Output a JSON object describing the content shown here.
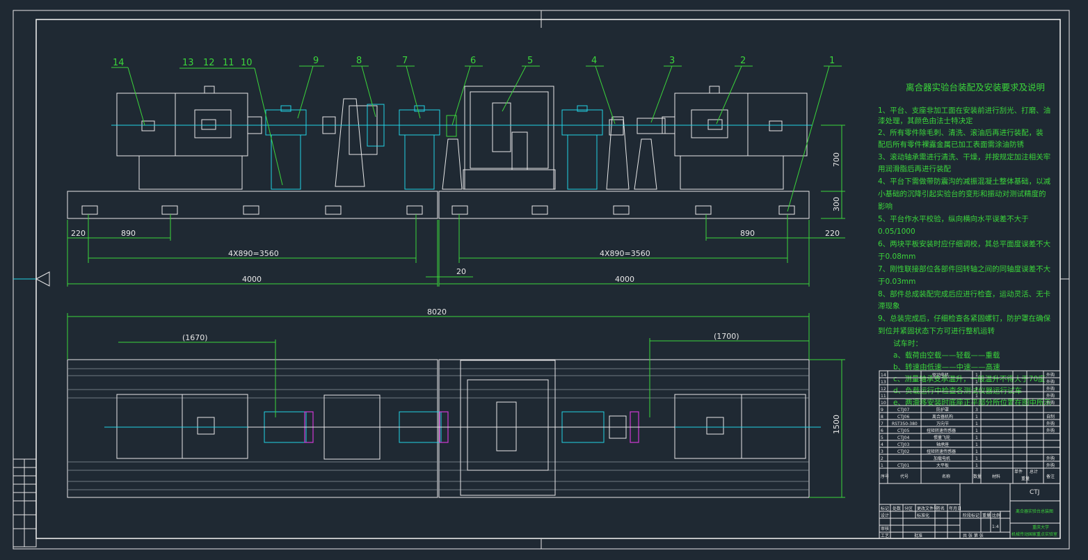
{
  "part_labels": [
    "14",
    "13",
    "12",
    "11",
    "10",
    "9",
    "8",
    "7",
    "6",
    "5",
    "4",
    "3",
    "2",
    "1"
  ],
  "dimensions": {
    "left_220": "220",
    "left_890": "890",
    "left_span": "4X890=3560",
    "left_total": "4000",
    "right_890": "890",
    "right_220": "220",
    "right_span": "4X890=3560",
    "right_total": "4000",
    "gap": "20",
    "height_700": "700",
    "height_300": "300",
    "overall": "8020",
    "plan_left": "(1670)",
    "plan_right": "(1700)",
    "plan_width": "1500"
  },
  "notes": {
    "title": "离合器实验台装配及安装要求及说明",
    "lines": [
      "1、平台、支座非加工面在安装前进行刮光、打磨、油",
      "漆处理，其颜色由法士特决定",
      "2、所有零件除毛刺、清洗、滚油后再进行装配，装",
      "配后所有零件裸露金属已加工表面需涂油防锈",
      "3、滚动轴承需进行清洗、干燥，并按规定加注相关牢",
      "用润滑脂后再进行装配",
      "4、平台下需做带防震沟的减振混凝土整体基础，以减",
      "小基础的沉降引起实验台的变形和振动对测试精度的",
      "影响",
      "5、平台作水平校验，纵向横向水平误差不大于",
      "0.05/1000",
      "6、两块平板安装时应仔细调校，其总平面度误差不大",
      "于0.08mm",
      "7、刚性联接部位各部件回转轴之间的同轴度误差不大",
      "于0.03mm",
      "8、部件总成装配完成后应进行检查，运动灵活、无卡",
      "滞现象",
      "9、总装完成后，仔细检查各紧固螺钉，防护罩在确保",
      "到位并紧固状态下方可进行整机运转",
      "试车时：",
      "a、载荷由空载——轻载——重载",
      "b、转速由低速——中速——高速",
      "c、测量轴承支承温升，一般温升不得大于70度",
      "d、负载运行中检查各测试仪器运行试车",
      "e、两滑移安装时底座正平部分所位置在图中所示"
    ]
  },
  "parts_list": {
    "rows": [
      {
        "no": "14",
        "code": "",
        "name": "驱动电机",
        "qty": "1",
        "note": "外购"
      },
      {
        "no": "13",
        "code": "",
        "name": "",
        "qty": "1",
        "note": "外购"
      },
      {
        "no": "12",
        "code": "",
        "name": "",
        "qty": "1",
        "note": "外购"
      },
      {
        "no": "11",
        "code": "",
        "name": "",
        "qty": "1",
        "note": "外购"
      },
      {
        "no": "10",
        "code": "",
        "name": "",
        "qty": "",
        "note": "外购"
      },
      {
        "no": "9",
        "code": "CTJ07",
        "name": "防护罩",
        "qty": "3",
        "note": ""
      },
      {
        "no": "8",
        "code": "CTJ06",
        "name": "离合器机构",
        "qty": "1",
        "note": "自制"
      },
      {
        "no": "7",
        "code": "RST350-380",
        "name": "万向节",
        "qty": "1",
        "note": "外购"
      },
      {
        "no": "6",
        "code": "CTJ05",
        "name": "扭矩转速传感器",
        "qty": "1",
        "note": "外购"
      },
      {
        "no": "5",
        "code": "CTJ04",
        "name": "惯量飞轮",
        "qty": "1",
        "note": ""
      },
      {
        "no": "4",
        "code": "CTJ03",
        "name": "轴承座",
        "qty": "1",
        "note": ""
      },
      {
        "no": "3",
        "code": "CTJ02",
        "name": "扭矩转速传感器",
        "qty": "1",
        "note": ""
      },
      {
        "no": "2",
        "code": "",
        "name": "加载电机",
        "qty": "1",
        "note": "外购"
      },
      {
        "no": "1",
        "code": "CTJ01",
        "name": "大平板",
        "qty": "1",
        "note": "外购"
      }
    ],
    "header": {
      "no": "序号",
      "code": "代号",
      "name": "名称",
      "qty": "数量",
      "material": "材料",
      "single": "单件",
      "total": "总计",
      "weight": "重量",
      "note": "备注"
    }
  },
  "title_block": {
    "code": "CTJ",
    "drawing_name": "离合器实验台总装图",
    "school": "重庆大学",
    "dept": "机械传动国家重点实验室",
    "scale": "1:4",
    "labels": {
      "mark": "标记",
      "count": "处数",
      "zone": "分区",
      "change_doc": "更改文件号",
      "sign": "签名",
      "date": "年月日",
      "design": "设计",
      "std": "标准化",
      "review": "审核",
      "process": "工艺",
      "approve": "批准",
      "stage": "阶段标记",
      "weight": "重量",
      "ratio": "比例",
      "sheets": "共 张 第 张"
    }
  },
  "colors": {
    "background": "#1f2933",
    "outline": "#e8e8e8",
    "cyan": "#22d3e6",
    "green": "#3bd63b",
    "magenta": "#d03ad6"
  }
}
